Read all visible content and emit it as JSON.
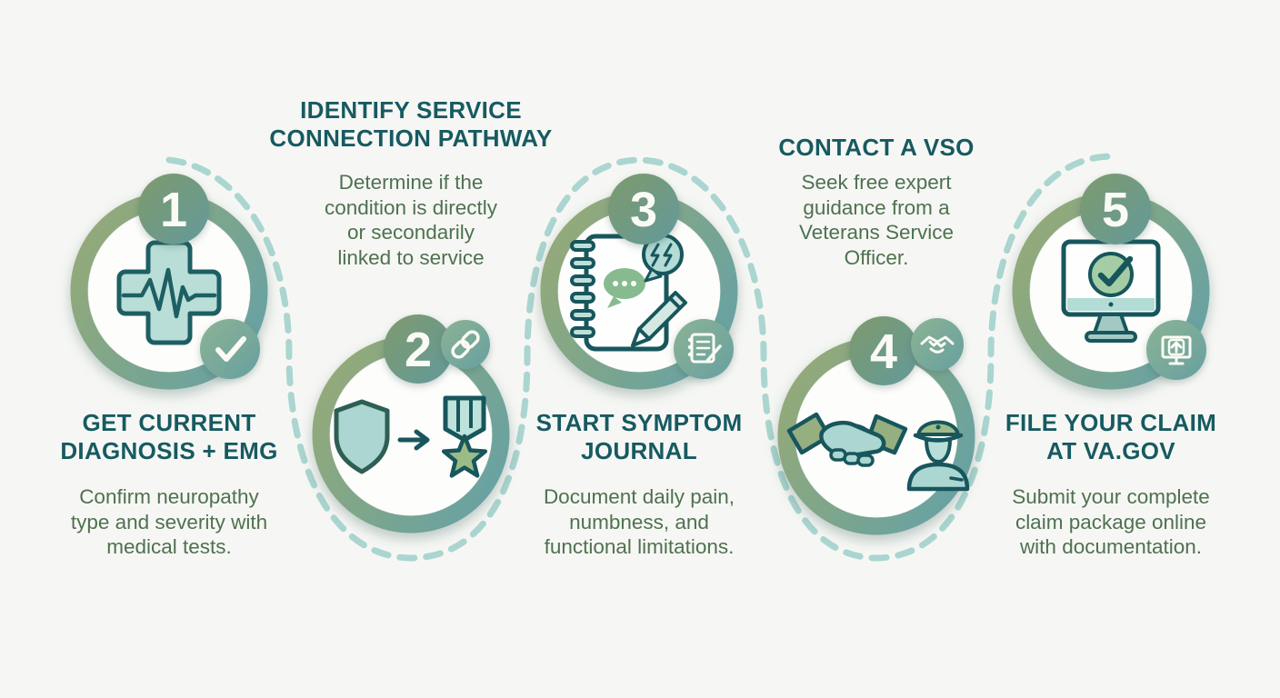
{
  "infographic": {
    "topic": "VA disability claim filing steps for neuropathy",
    "background_color": "#f6f7f4",
    "flow_path_color": "#a7d3cd",
    "title_color": "#175a61",
    "description_color": "#4f7150",
    "ring_gradient": [
      "#94aa79",
      "#68a2a4"
    ],
    "badge_gradient": [
      "#7e9a6c",
      "#639a9b"
    ]
  },
  "steps": [
    {
      "number": "1",
      "title_lines": [
        "GET CURRENT",
        "DIAGNOSIS + EMG"
      ],
      "desc_lines": [
        "Confirm neuropathy",
        "type and severity with",
        "medical tests."
      ],
      "icon": "medical-cross-ekg-icon",
      "badge_icon": "checkmark-icon"
    },
    {
      "number": "2",
      "title_lines": [
        "IDENTIFY SERVICE",
        "CONNECTION PATHWAY"
      ],
      "desc_lines": [
        "Determine if the",
        "condition is directly",
        "or secondarily",
        "linked to service"
      ],
      "icon": "shield-to-medal-icon",
      "badge_icon": "chain-link-icon"
    },
    {
      "number": "3",
      "title_lines": [
        "START SYMPTOM",
        "JOURNAL"
      ],
      "desc_lines": [
        "Document daily pain,",
        "numbness, and",
        "functional limitations."
      ],
      "icon": "symptom-journal-icon",
      "badge_icon": "notes-pencil-icon"
    },
    {
      "number": "4",
      "title_lines": [
        "CONTACT A VSO"
      ],
      "desc_lines": [
        "Seek free expert",
        "guidance from a",
        "Veterans Service",
        "Officer."
      ],
      "icon": "handshake-officer-icon",
      "badge_icon": "handshake-icon"
    },
    {
      "number": "5",
      "title_lines": [
        "FILE YOUR CLAIM",
        "AT VA.GOV"
      ],
      "desc_lines": [
        "Submit your complete",
        "claim package online",
        "with documentation."
      ],
      "icon": "monitor-checkmark-icon",
      "badge_icon": "upload-monitor-icon"
    }
  ]
}
